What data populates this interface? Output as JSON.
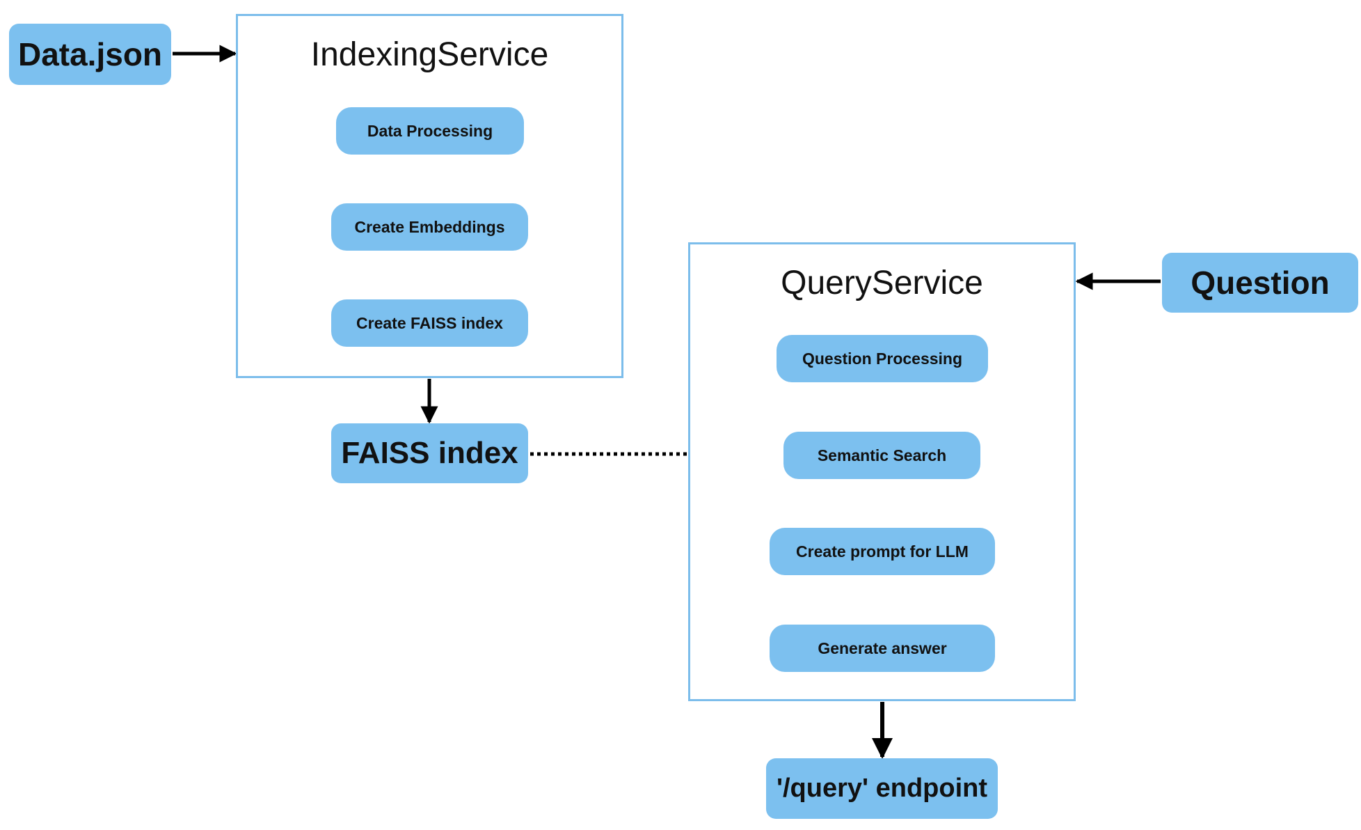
{
  "colors": {
    "node_fill": "#7cc0ef",
    "box_border": "#7cbdeb",
    "arrow": "#000000"
  },
  "inputs": {
    "data_json": "Data.json",
    "question": "Question"
  },
  "indexing_service": {
    "title": "IndexingService",
    "steps": [
      "Data Processing",
      "Create Embeddings",
      "Create FAISS index"
    ]
  },
  "faiss_index": "FAISS index",
  "query_service": {
    "title": "QueryService",
    "steps": [
      "Question Processing",
      "Semantic Search",
      "Create prompt for LLM",
      "Generate answer"
    ]
  },
  "output": {
    "endpoint": "'/query' endpoint"
  }
}
